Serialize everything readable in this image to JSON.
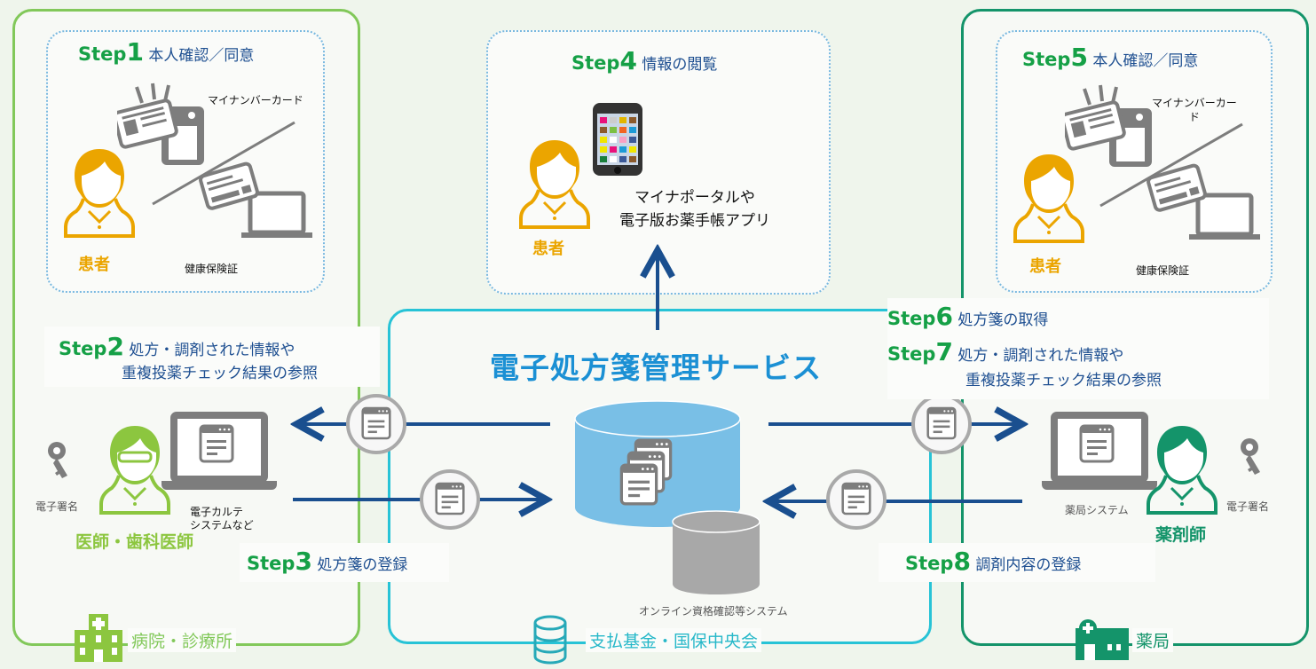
{
  "colors": {
    "hospital": "#82c85a",
    "pharmacy": "#14946a",
    "center": "#27c3d6",
    "step_word": "#15a046",
    "step_text": "#1e4f91",
    "patient": "#eba500",
    "service_title": "#1b90d4",
    "arrow": "#1a4f8f",
    "icon_grey": "#7d7d7d"
  },
  "hospital": {
    "footer_label": "病院・診療所",
    "step1": {
      "word": "Step",
      "num": "1",
      "text": "本人確認／同意"
    },
    "mynumber_card": "マイナンバーカード",
    "insurance_card": "健康保険証",
    "patient_label": "患者",
    "step2": {
      "word": "Step",
      "num": "2",
      "line1": "処方・調剤された情報や",
      "line2": "重複投薬チェック結果の参照"
    },
    "signature_label": "電子署名",
    "emr_label_1": "電子カルテ",
    "emr_label_2": "システムなど",
    "doctor_label": "医師・歯科医師",
    "step3": {
      "word": "Step",
      "num": "3",
      "text": "処方箋の登録"
    }
  },
  "patient_view": {
    "step4": {
      "word": "Step",
      "num": "4",
      "text": "情報の閲覧"
    },
    "patient_label": "患者",
    "app_label_1": "マイナポータルや",
    "app_label_2": "電子版お薬手帳アプリ"
  },
  "center": {
    "title": "電子処方箋管理サービス",
    "online_system_label": "オンライン資格確認等システム",
    "footer_label": "支払基金・国保中央会"
  },
  "pharmacy": {
    "footer_label": "薬局",
    "step5": {
      "word": "Step",
      "num": "5",
      "text": "本人確認／同意"
    },
    "mynumber_card_1": "マイナンバーカー",
    "mynumber_card_2": "ド",
    "insurance_card": "健康保険証",
    "patient_label": "患者",
    "step6": {
      "word": "Step",
      "num": "6",
      "text": "処方箋の取得"
    },
    "step7": {
      "word": "Step",
      "num": "7",
      "line1": "処方・調剤された情報や",
      "line2": "重複投薬チェック結果の参照"
    },
    "system_label": "薬局システム",
    "signature_label": "電子署名",
    "pharmacist_label": "薬剤師",
    "step8": {
      "word": "Step",
      "num": "8",
      "text": "調剤内容の登録"
    }
  }
}
